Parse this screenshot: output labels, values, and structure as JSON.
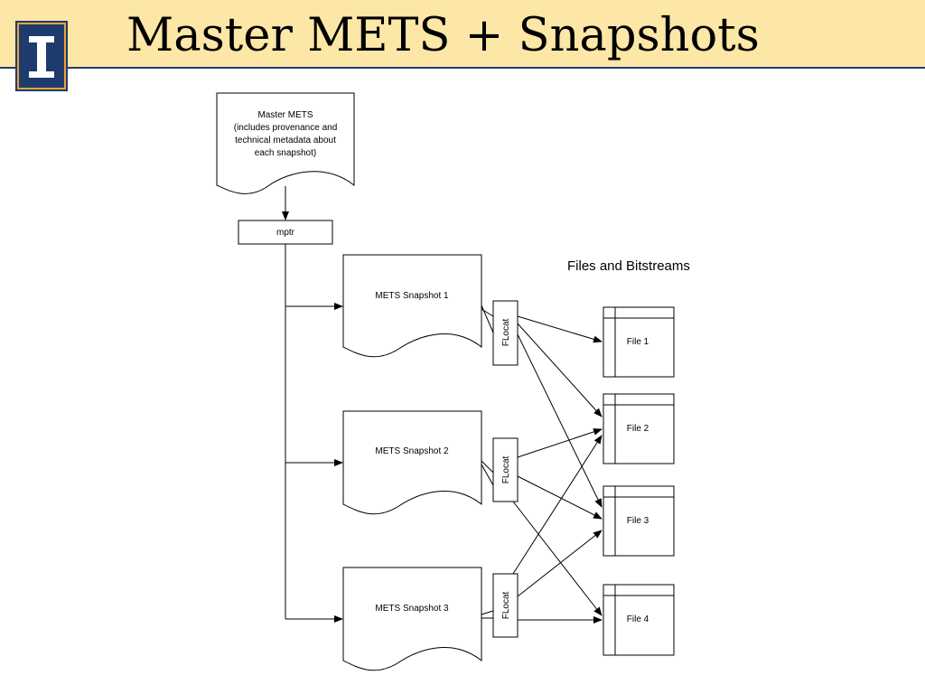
{
  "header": {
    "title": "Master METS + Snapshots",
    "logo_icon": "illinois-block-i-logo",
    "band_color": "#fde7a6",
    "logo_color": "#1f3b6e",
    "rule_color": "#1f3b6e"
  },
  "diagram": {
    "master_mets": {
      "lines": [
        "Master METS",
        "(includes provenance and",
        "technical metadata about",
        "each snapshot)"
      ]
    },
    "mptr_label": "mptr",
    "files_heading": "Files and Bitstreams",
    "snapshots": [
      {
        "label": "METS Snapshot 1",
        "flocat": "FLocat"
      },
      {
        "label": "METS Snapshot 2",
        "flocat": "FLocat"
      },
      {
        "label": "METS Snapshot 3",
        "flocat": "FLocat"
      }
    ],
    "files": [
      {
        "label": "File 1"
      },
      {
        "label": "File 2"
      },
      {
        "label": "File 3"
      },
      {
        "label": "File 4"
      }
    ]
  }
}
